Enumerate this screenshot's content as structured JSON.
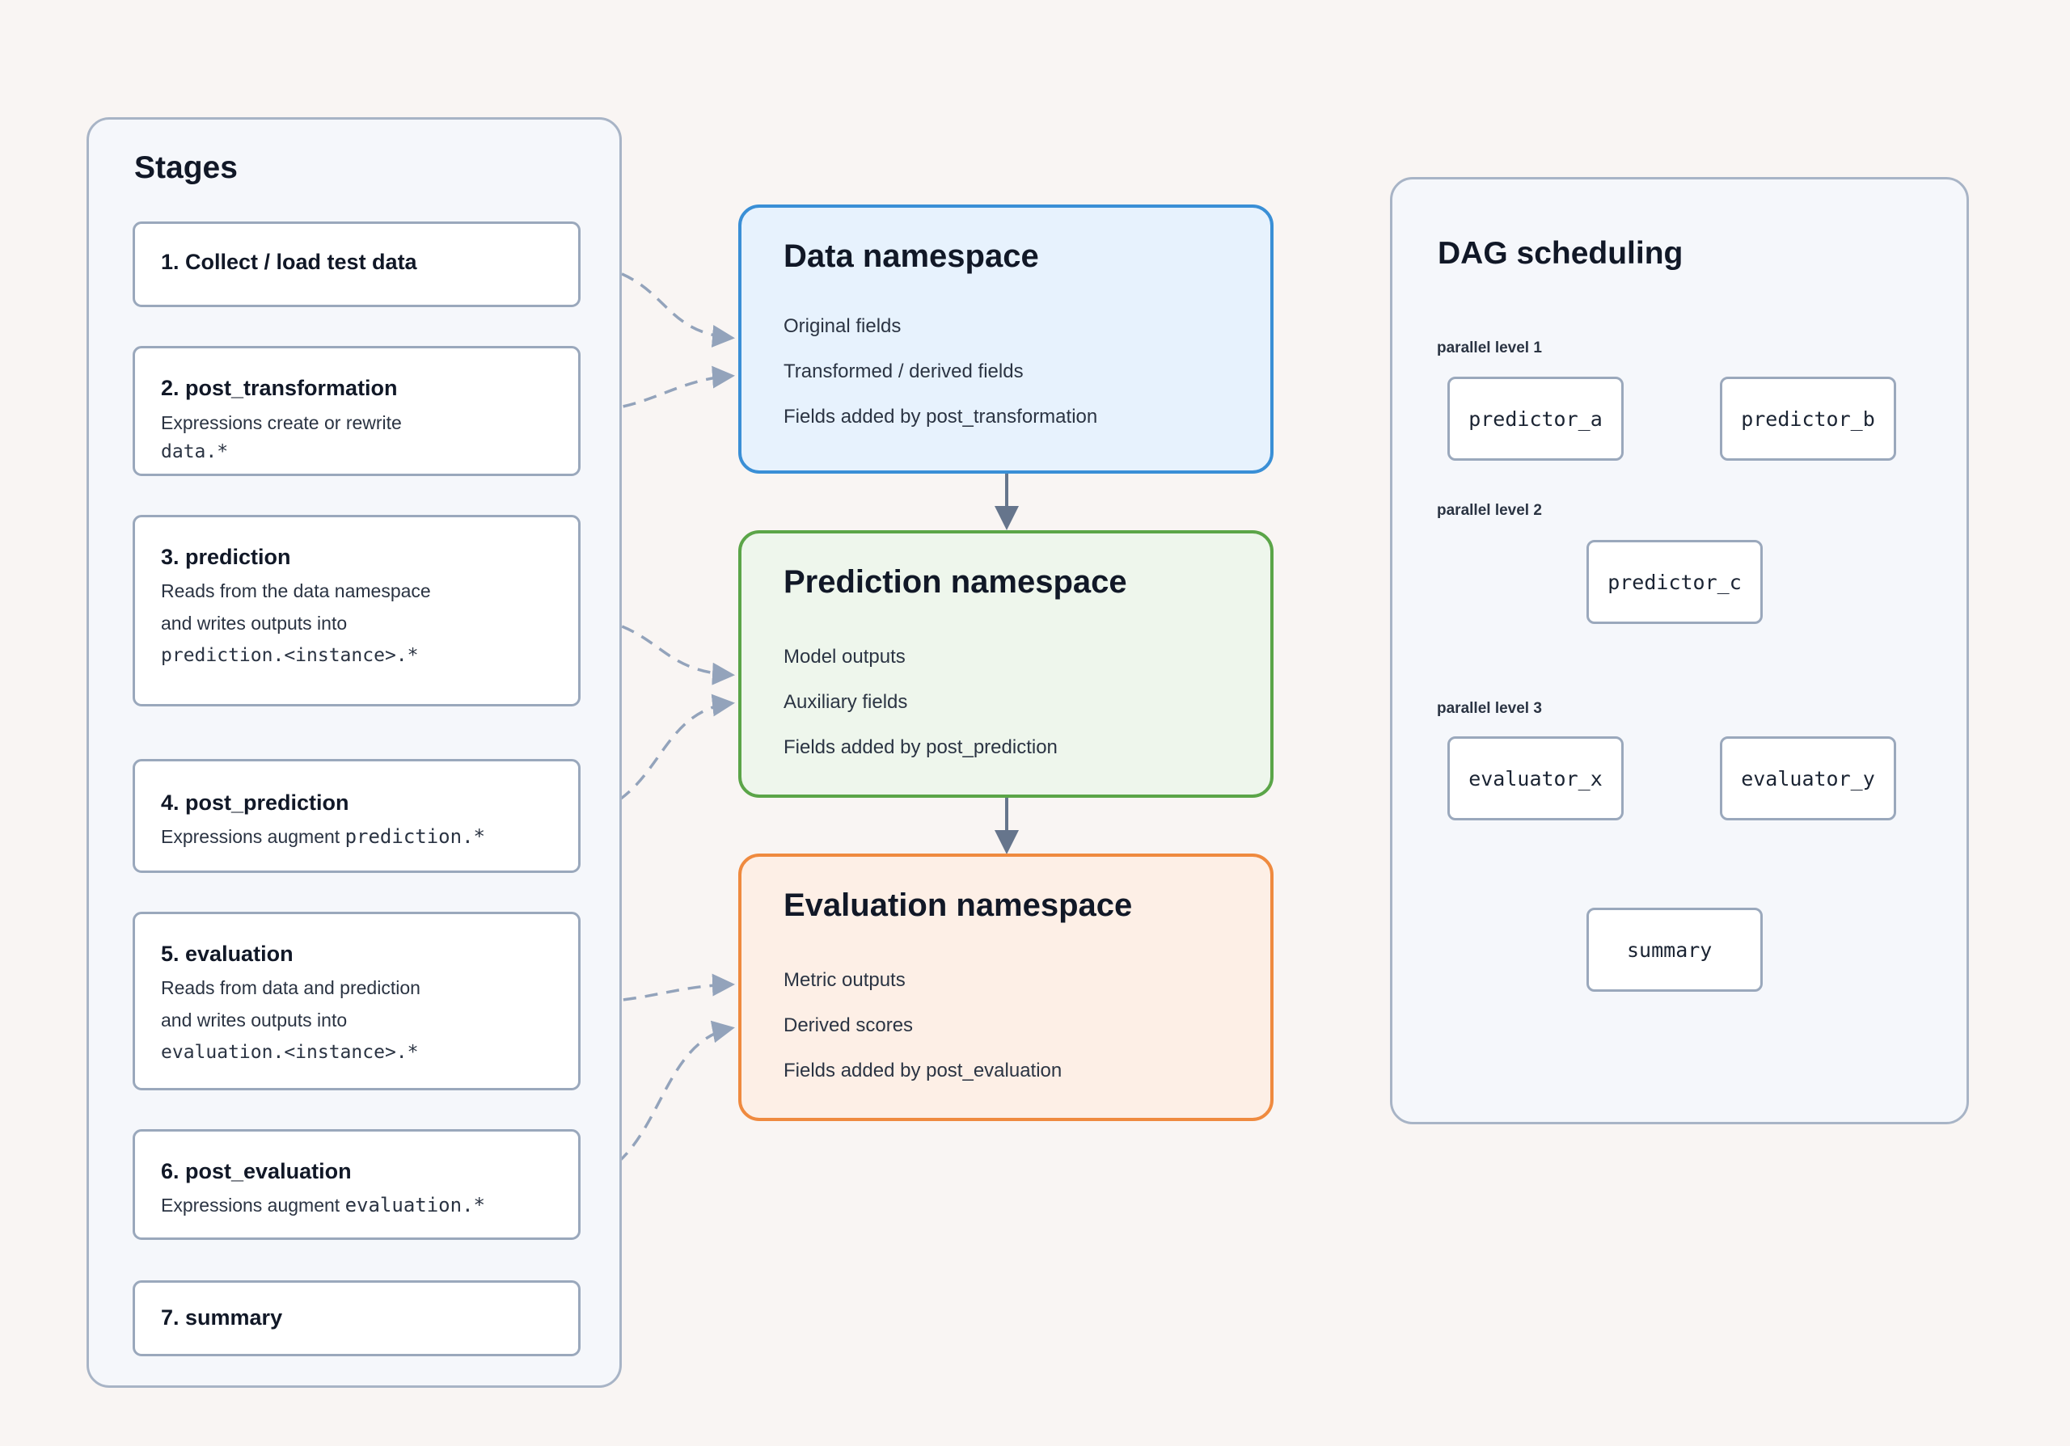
{
  "stages": {
    "title": "Stages",
    "items": [
      {
        "title": "1. Collect / load test data"
      },
      {
        "title": "2. post_transformation",
        "desc": "Expressions create or rewrite",
        "code": "data.*"
      },
      {
        "title": "3. prediction",
        "desc": "Reads from the data namespace",
        "desc2": "and writes outputs into",
        "code": "prediction.<instance>.*"
      },
      {
        "title": "4. post_prediction",
        "desc": "Expressions augment ",
        "code": "prediction.*"
      },
      {
        "title": "5. evaluation",
        "desc": "Reads from data and prediction",
        "desc2": "and writes outputs into",
        "code": "evaluation.<instance>.*"
      },
      {
        "title": "6. post_evaluation",
        "desc": "Expressions augment ",
        "code": "evaluation.*"
      },
      {
        "title": "7. summary"
      }
    ]
  },
  "namespaces": [
    {
      "title": "Data namespace",
      "fields": [
        "Original fields",
        "Transformed / derived fields",
        "Fields added by post_transformation"
      ],
      "border": "#3a8fd6",
      "fill": "#e7f2fd"
    },
    {
      "title": "Prediction namespace",
      "fields": [
        "Model outputs",
        "Auxiliary fields",
        "Fields added by post_prediction"
      ],
      "border": "#5ba548",
      "fill": "#eef6ec"
    },
    {
      "title": "Evaluation namespace",
      "fields": [
        "Metric outputs",
        "Derived scores",
        "Fields added by post_evaluation"
      ],
      "border": "#ef8a3f",
      "fill": "#fdefe6"
    }
  ],
  "dag": {
    "title": "DAG scheduling",
    "levels": [
      "parallel level 1",
      "parallel level 2",
      "parallel level 3"
    ],
    "nodes": {
      "predictor_a": "predictor_a",
      "predictor_b": "predictor_b",
      "predictor_c": "predictor_c",
      "evaluator_x": "evaluator_x",
      "evaluator_y": "evaluator_y",
      "summary": "summary"
    }
  },
  "colors": {
    "arrow": "#66758c",
    "dashed": "#93a3bb"
  }
}
